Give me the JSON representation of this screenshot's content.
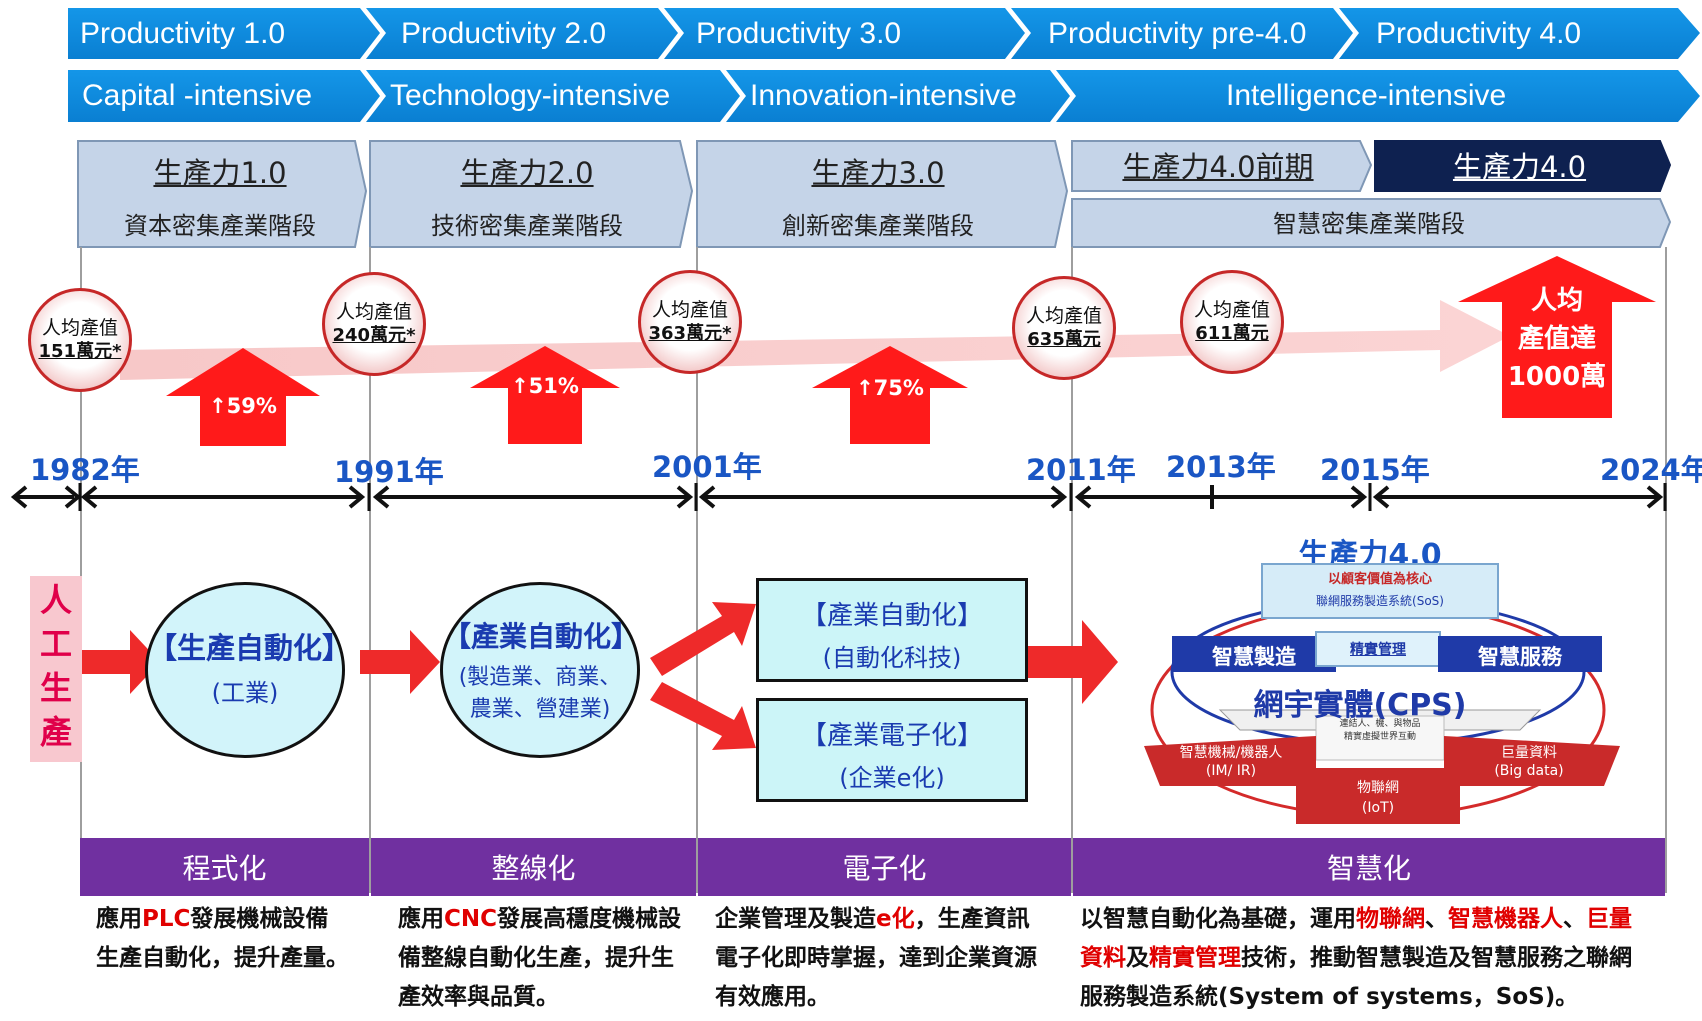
{
  "english_phases": [
    "Productivity 1.0",
    "Productivity 2.0",
    "Productivity 3.0",
    "Productivity pre-4.0",
    "Productivity 4.0"
  ],
  "english_intensity": [
    "Capital -intensive",
    "Technology-intensive",
    "Innovation-intensive",
    "Intelligence-intensive"
  ],
  "stages": [
    {
      "title": "生產力1.0",
      "sub": "資本密集產業階段"
    },
    {
      "title": "生產力2.0",
      "sub": "技術密集產業階段"
    },
    {
      "title": "生產力3.0",
      "sub": "創新密集產業階段"
    },
    {
      "title": "生產力4.0前期",
      "sub": "智慧密集產業階段"
    },
    {
      "title": "生產力4.0"
    }
  ],
  "bubbles": [
    {
      "label": "人均產值",
      "value": "151萬元*"
    },
    {
      "label": "人均產值",
      "value": "240萬元*"
    },
    {
      "label": "人均產值",
      "value": "363萬元*"
    },
    {
      "label": "人均產值",
      "value": "635萬元"
    },
    {
      "label": "人均產值",
      "value": "611萬元"
    }
  ],
  "growth": [
    "↑59%",
    "↑51%",
    "↑75%"
  ],
  "target": {
    "l1": "人均",
    "l2": "產值達",
    "l3": "1000萬"
  },
  "years": [
    "1982年",
    "1991年",
    "2001年",
    "2011年",
    "2013年",
    "2015年",
    "2024年"
  ],
  "start_label": [
    "人",
    "工",
    "生",
    "產"
  ],
  "circle1": {
    "title": "【生產自動化】",
    "sub": "(工業)"
  },
  "circle2": {
    "title": "【產業自動化】",
    "l1": "(製造業、商業、",
    "l2": "農業、營建業)"
  },
  "box_auto": {
    "title": "【產業自動化】",
    "sub": "(自動化科技)"
  },
  "box_ecom": {
    "title": "【產業電子化】",
    "sub": "(企業e化)"
  },
  "cps": {
    "title": "生產力4.0",
    "core1": "以顧客價值為核心",
    "core2": "聯網服務製造系統(SoS)",
    "left": "智慧製造",
    "mid": "精實管理",
    "right": "智慧服務",
    "cps": "網宇實體(CPS)",
    "hub1": "連結人、機、與物品",
    "hub2": "精實虛擬世界互動",
    "bl1": "智慧機械/機器人",
    "bl2": "(IM/ IR)",
    "br1": "巨量資料",
    "br2": "(Big data)",
    "bc1": "物聯網",
    "bc2": "(IoT)"
  },
  "categories": [
    "程式化",
    "整線化",
    "電子化",
    "智慧化"
  ],
  "desc1": {
    "a": "應用",
    "b": "PLC",
    "c": "發展機械設備",
    "d": "生產自動化，提升產量。"
  },
  "desc2": {
    "a": "應用",
    "b": "CNC",
    "c": "發展高穩度機械設",
    "d": "備整線自動化生產，提升生",
    "e": "產效率與品質。"
  },
  "desc3": {
    "a": "企業管理及製造",
    "b": "e化",
    "c": "，生產資訊",
    "d": "電子化即時掌握，達到企業資源",
    "e": "有效應用。"
  },
  "desc4": {
    "a": "以智慧自動化為基礎，運用",
    "b": "物聯網",
    "c": "、",
    "d": "智慧機器人",
    "e": "、",
    "f": "巨量",
    "g": "資料",
    "h": "及",
    "i": "精實管理",
    "j": "技術，推動智慧製造及智慧服務之聯網",
    "k": "服務製造系統(System of systems，SoS)。"
  }
}
